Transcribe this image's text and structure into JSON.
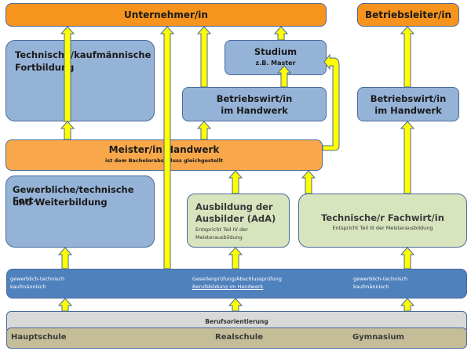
{
  "colors": {
    "orange": "#f7941d",
    "orange_light": "#f8a84a",
    "light_blue": "#95b3d7",
    "green": "#d7e4bd",
    "dark_blue": "#4f81bd",
    "grey": "#d9d9d9",
    "tan": "#c4bd97",
    "arrow": "#ffff00",
    "border": "#4a6a9a"
  },
  "nodes": {
    "unternehmer": {
      "title": "Unternehmer/in"
    },
    "betriebsleiter": {
      "title": "Betriebsleiter/in"
    },
    "tech_kaufm_fortbildung": {
      "line1": "Technische/kaufmännische",
      "line2": "Fortbildung"
    },
    "studium": {
      "title": "Studium",
      "subtitle": "z.B. Master"
    },
    "betriebswirt_mid": {
      "line1": "Betriebswirt/in",
      "line2": "im Handwerk"
    },
    "betriebswirt_right": {
      "line1": "Betriebswirt/in",
      "line2": "im Handwerk"
    },
    "meister": {
      "title": "Meister/in Handwerk",
      "subtitle": "ist dem Bachelorabschluss gleichgestellt"
    },
    "gewerbliche_fortbildung": {
      "line1": "Gewerbliche/technische Fort-",
      "line2": "und Weiterbildung"
    },
    "ada": {
      "line1": "Ausbildung der",
      "line2": "Ausbilder (AdA)",
      "note1": "Entspricht  Teil IV der",
      "note2": "Meisterausbildung"
    },
    "fachwirt": {
      "title": "Technische/r Fachwirt/in",
      "note": "Entspricht  Teil III der Meisterausbildung"
    },
    "berufsbildung": {
      "left1": "gewerblich-technisch",
      "left2": "kaufmännisch",
      "center1": "Gesellenprüfung/Abschlussprüfung",
      "center2": "Berufsbildung im Handwerk",
      "right1": "gewerblich-technisch",
      "right2": "kaufmännisch"
    },
    "berufsorientierung": {
      "title": "Berufsorientierung"
    },
    "schulen": {
      "hauptschule": "Hauptschule",
      "realschule": "Realschule",
      "gymnasium": "Gymnasium"
    }
  }
}
